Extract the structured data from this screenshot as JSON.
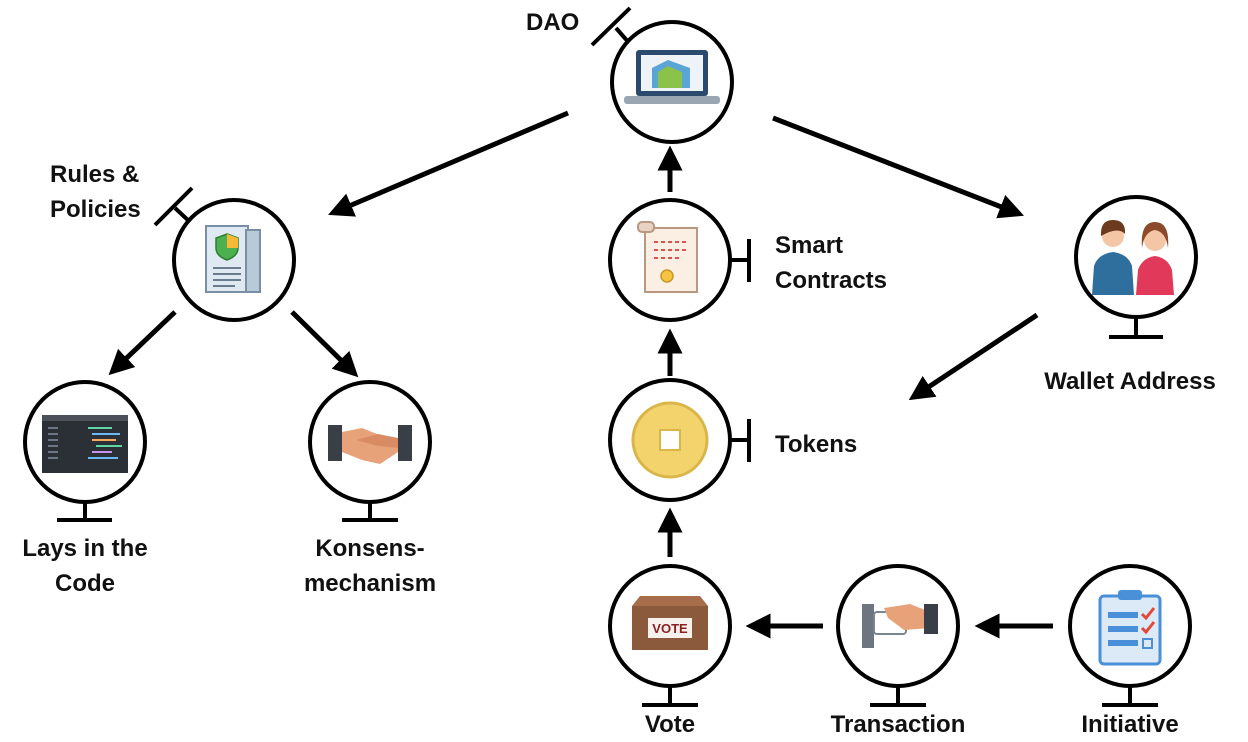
{
  "diagram": {
    "nodes": {
      "dao": {
        "label": "DAO",
        "icon": "laptop-icon"
      },
      "rules": {
        "label_line1": "Rules &",
        "label_line2": "Policies",
        "icon": "policy-document-icon"
      },
      "code": {
        "label_line1": "Lays in the",
        "label_line2": "Code",
        "icon": "code-editor-icon"
      },
      "consensus": {
        "label_line1": "Konsens-",
        "label_line2": "mechanism",
        "icon": "handshake-icon"
      },
      "contracts": {
        "label_line1": "Smart",
        "label_line2": "Contracts",
        "icon": "contract-scroll-icon"
      },
      "wallet": {
        "label": "Wallet Address",
        "icon": "people-icon"
      },
      "tokens": {
        "label": "Tokens",
        "icon": "coin-icon"
      },
      "vote": {
        "label": "Vote",
        "icon": "vote-box-icon",
        "box_text": "VOTE"
      },
      "transaction": {
        "label": "Transaction",
        "icon": "card-payment-icon"
      },
      "initiative": {
        "label": "Initiative",
        "icon": "checklist-icon"
      }
    },
    "colors": {
      "stroke": "#000000",
      "coin": "#f3d36b",
      "laptop": "#2b4a6e",
      "vote_box": "#8b5a3c",
      "checklist": "#4a90d9"
    }
  }
}
